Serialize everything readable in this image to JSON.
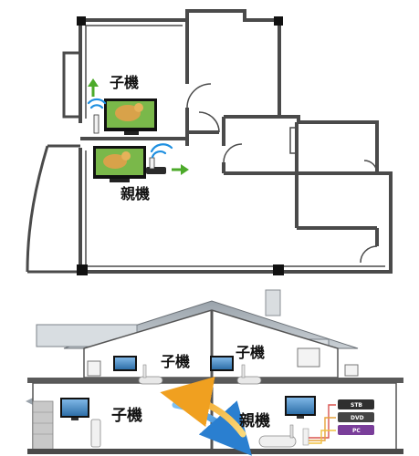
{
  "floor_plan": {
    "child_label": "子機",
    "parent_label": "親機"
  },
  "house": {
    "labels": {
      "child_upper_left": "子機",
      "child_upper_right": "子機",
      "child_lower": "子機",
      "parent": "親機"
    },
    "sources": [
      "STB",
      "DVD",
      "PC"
    ]
  },
  "colors": {
    "wall": "#4a4a4a",
    "wifi_wave": "#1e8fe0",
    "signal_arrow": "#4caa2a",
    "transmission_blue": "#3a8fd6",
    "transmission_orange": "#f2b233"
  }
}
